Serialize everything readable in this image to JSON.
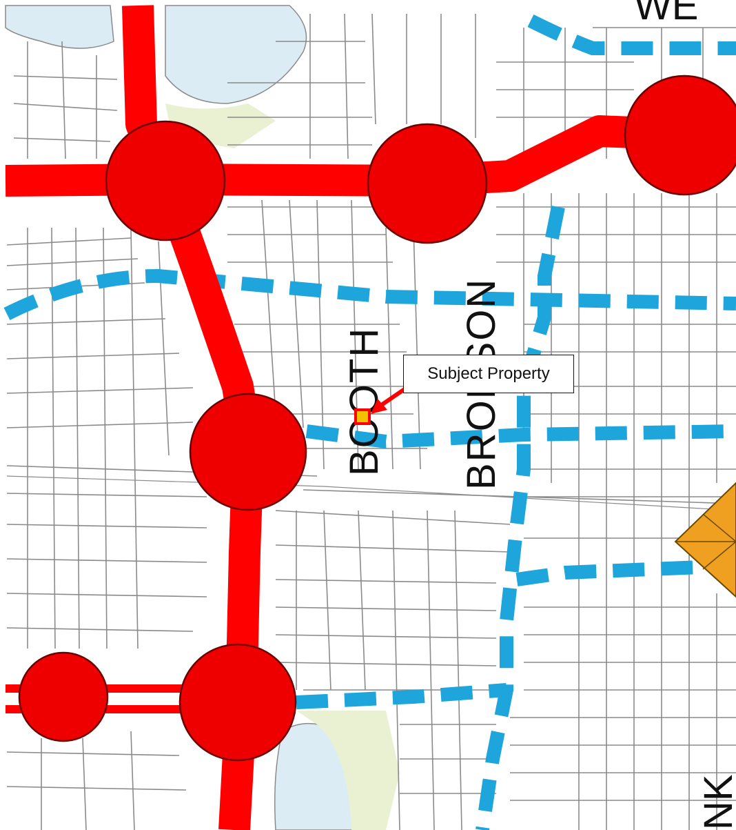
{
  "map": {
    "street_labels": {
      "booth": "BOOTH",
      "bronson": "BRONSON",
      "top_partial": "WE",
      "bottom_partial": "NK"
    },
    "callout": {
      "label": "Subject Property"
    }
  },
  "colors": {
    "rapid_transit_line": "#ff0000",
    "station_fill": "#ee0000",
    "station_outline": "#6a0000",
    "transit_priority_dashed": "#1ea5dc",
    "street_lines": "#8a8a8a",
    "water": "#dcecf5",
    "park": "#e9f1d2",
    "subject_property_fill": "#f2c200",
    "subject_property_outline": "#ff0000",
    "interchange_marker": "#f0a020"
  },
  "icons": {
    "station": "station-circle-icon",
    "interchange": "diamond-marker-icon",
    "subject_property": "property-square-icon",
    "callout_arrow": "arrow-icon"
  }
}
